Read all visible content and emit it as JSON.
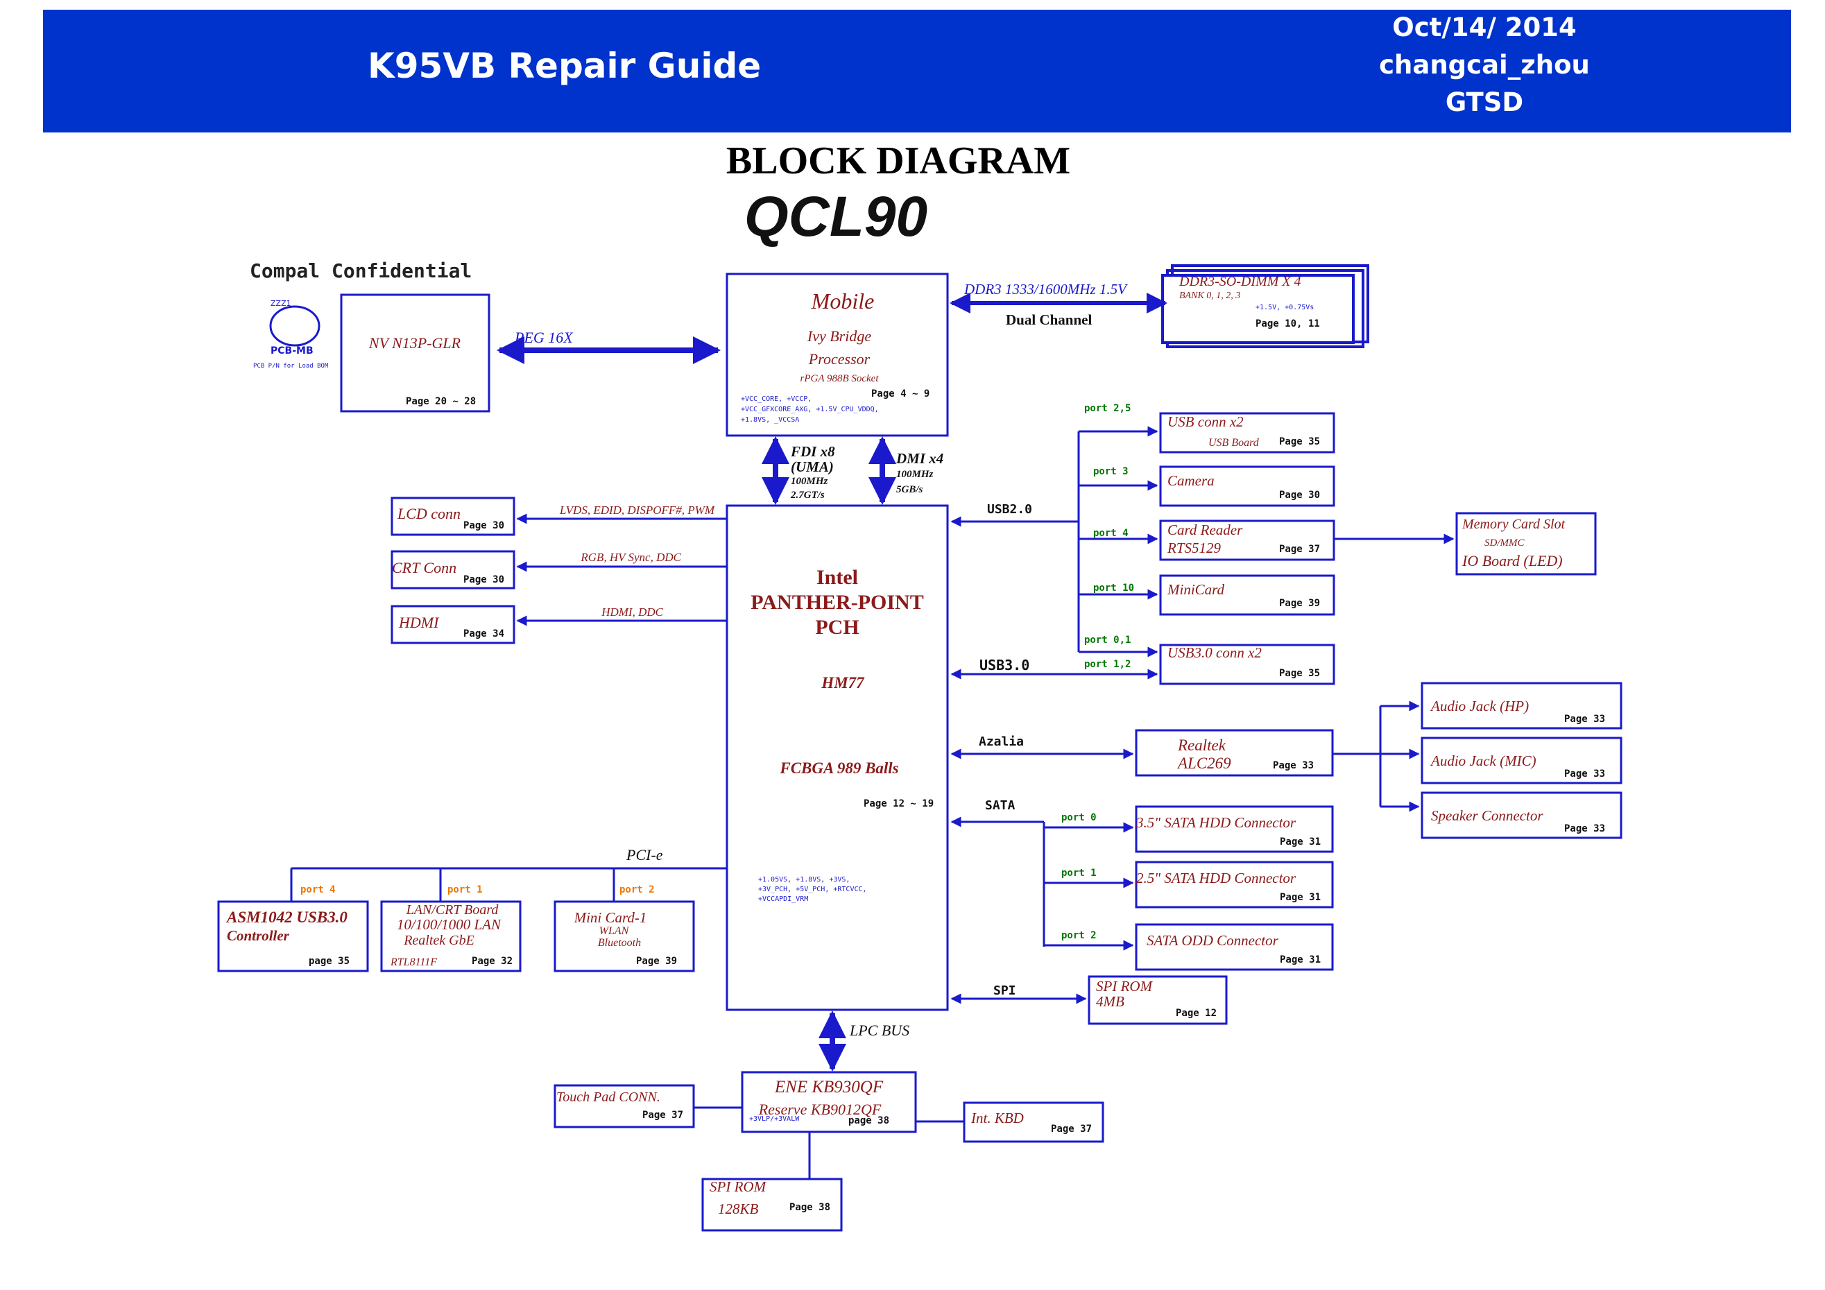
{
  "header": {
    "title": "K95VB Repair Guide",
    "date": "Oct/14/ 2014",
    "author": "changcai_zhou",
    "dept": "GTSD"
  },
  "page_title": "BLOCK DIAGRAM",
  "model": "QCL90",
  "confidential": "Compal Confidential",
  "logo": {
    "top": "ZZZ1",
    "text": "PCB-MB",
    "note": "PCB P/N for Load BOM"
  },
  "colors": {
    "banner": "#0033cc",
    "box": "#1a1acc",
    "label_red": "#8b1a1a",
    "port_green": "#007700",
    "port_orange": "#ee7700"
  },
  "blocks": {
    "gpu": {
      "name": "NV N13P-GLR",
      "page": "Page 20 ~ 28"
    },
    "cpu": {
      "l1": "Mobile",
      "l2": "Ivy Bridge",
      "l3": "Processor",
      "l4": "rPGA 988B Socket",
      "page": "Page 4 ~ 9",
      "p1": "+VCC_CORE, +VCCP,",
      "p2": "+VCC_GFXCORE_AXG, +1.5V_CPU_VDDQ,",
      "p3": "+1.8VS, _VCCSA"
    },
    "dimm": {
      "l1": "DDR3-SO-DIMM X 4",
      "l2": "BANK 0, 1, 2, 3",
      "l3": "+1.5V, +0.75Vs",
      "page": "Page 10, 11"
    },
    "pch": {
      "l1": "Intel",
      "l2": "PANTHER-POINT",
      "l3": "PCH",
      "l4": "HM77",
      "l5": "FCBGA 989 Balls",
      "page": "Page 12 ~ 19",
      "p1": "+1.05VS, +1.8VS, +3VS,",
      "p2": "+3V_PCH, +5V_PCH, +RTCVCC,",
      "p3": "+VCCAPDI_VRM"
    },
    "lcd": {
      "name": "LCD conn",
      "page": "Page 30"
    },
    "crt": {
      "name": "CRT Conn",
      "page": "Page 30"
    },
    "hdmi": {
      "name": "HDMI",
      "page": "Page 34"
    },
    "usbconn": {
      "l1": "USB conn x2",
      "l2": "USB Board",
      "page": "Page 35"
    },
    "camera": {
      "name": "Camera",
      "page": "Page 30"
    },
    "cardreader": {
      "l1": "Card Reader",
      "l2": "RTS5129",
      "page": "Page 37"
    },
    "minicard": {
      "name": "MiniCard",
      "page": "Page 39"
    },
    "usb3conn": {
      "name": "USB3.0 conn x2",
      "page": "Page 35"
    },
    "memslot": {
      "l1": "Memory Card Slot",
      "l2": "SD/MMC",
      "l3": "IO Board (LED)"
    },
    "hp": {
      "name": "Audio Jack (HP)",
      "page": "Page 33"
    },
    "mic": {
      "name": "Audio Jack (MIC)",
      "page": "Page 33"
    },
    "spk": {
      "name": "Speaker Connector",
      "page": "Page 33"
    },
    "realtek": {
      "l1": "Realtek",
      "l2": "ALC269",
      "page": "Page 33"
    },
    "hdd1": {
      "name": "3.5\" SATA HDD Connector",
      "page": "Page 31"
    },
    "hdd2": {
      "name": "2.5\" SATA HDD Connector",
      "page": "Page 31"
    },
    "odd": {
      "name": "SATA ODD Connector",
      "page": "Page 31"
    },
    "spirom": {
      "l1": "SPI ROM",
      "l2": "4MB",
      "page": "Page 12"
    },
    "asm": {
      "l1": "ASM1042 USB3.0",
      "l2": "Controller",
      "page": "page 35"
    },
    "lan": {
      "l1": "LAN/CRT Board",
      "l2": "10/100/1000 LAN",
      "l3": "Realtek GbE",
      "l4": "RTL8111F",
      "page": "Page 32"
    },
    "mini1": {
      "l1": "Mini Card-1",
      "l2": "WLAN",
      "l3": "Bluetooth",
      "page": "Page 39"
    },
    "ene": {
      "l1": "ENE KB930QF",
      "l2": "Reserve KB9012QF",
      "l3": "+3VLP/+3VALW",
      "page": "page 38"
    },
    "touchpad": {
      "name": "Touch Pad CONN.",
      "page": "Page 37"
    },
    "kbd": {
      "name": "Int. KBD",
      "page": "Page 37"
    },
    "spirom2": {
      "l1": "SPI ROM",
      "l2": "128KB",
      "page": "Page 38"
    }
  },
  "links": {
    "peg": "PEG 16X",
    "ddr": "DDR3 1333/1600MHz 1.5V",
    "dual": "Dual Channel",
    "fdi": [
      "FDI x8",
      "(UMA)",
      "100MHz",
      "2.7GT/s"
    ],
    "dmi": [
      "DMI x4",
      "100MHz",
      "5GB/s"
    ],
    "lvds": "LVDS, EDID, DISPOFF#, PWM",
    "rgb": "RGB, HV Sync, DDC",
    "hdmi": "HDMI, DDC",
    "usb2": "USB2.0",
    "usb3": "USB3.0",
    "azalia": "Azalia",
    "sata": "SATA",
    "spi": "SPI",
    "pcie": "PCI-e",
    "lpc": "LPC BUS"
  },
  "ports": {
    "usbconn": "port 2,5",
    "camera": "port 3",
    "cardreader": "port 4",
    "minicard": "port 10",
    "usb3a": "port 0,1",
    "usb3b": "port 1,2",
    "sata0": "port 0",
    "sata1": "port 1",
    "sata2": "port 2",
    "pcie_asm": "port 4",
    "pcie_lan": "port 1",
    "pcie_mini": "port 2"
  }
}
